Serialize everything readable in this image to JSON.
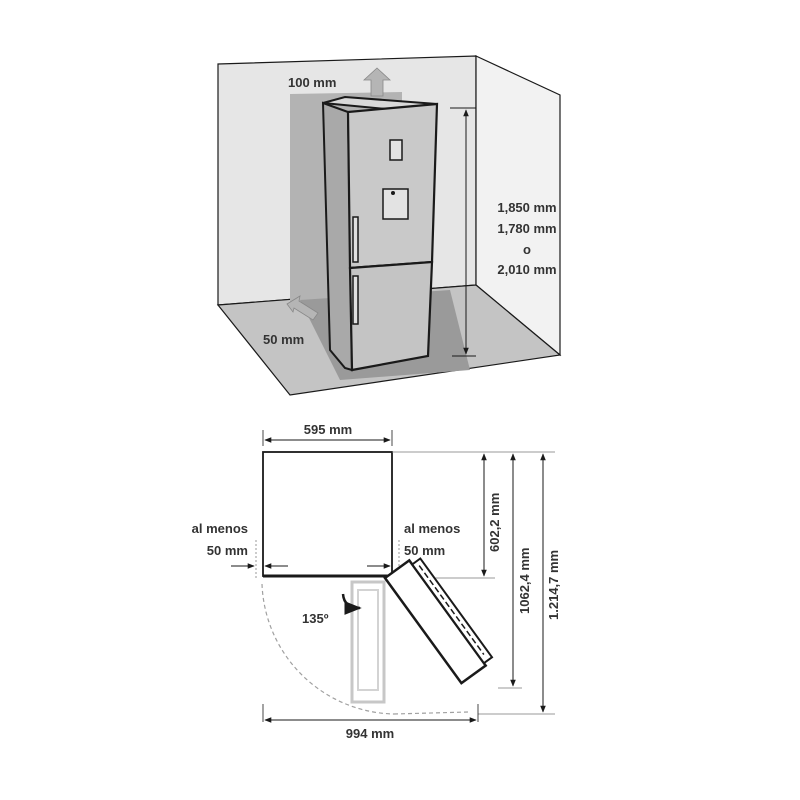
{
  "colors": {
    "wall": "#e6e6e6",
    "floor": "#bdbdbd",
    "shadow": "#8f8f8f",
    "fridge_body": "#c8c8c8",
    "fridge_side": "#a9a9a9",
    "outline": "#1a1a1a",
    "text": "#333333",
    "arrow_fill": "#b5b5b5",
    "dash": "#999999"
  },
  "installation_view": {
    "top_clearance": "100 mm",
    "side_clearance": "50 mm",
    "heights": [
      "1,850 mm",
      "1,780 mm",
      "o",
      "2,010 mm"
    ]
  },
  "top_view": {
    "width": "595 mm",
    "depth": "602,2 mm",
    "depth_door_90": "1062,4 mm",
    "depth_door_open": "1.214,7 mm",
    "total_width_door_open": "994 mm",
    "door_angle": "135º",
    "left_clearance": [
      "al menos",
      "50 mm"
    ],
    "right_clearance": [
      "al menos",
      "50 mm"
    ]
  }
}
